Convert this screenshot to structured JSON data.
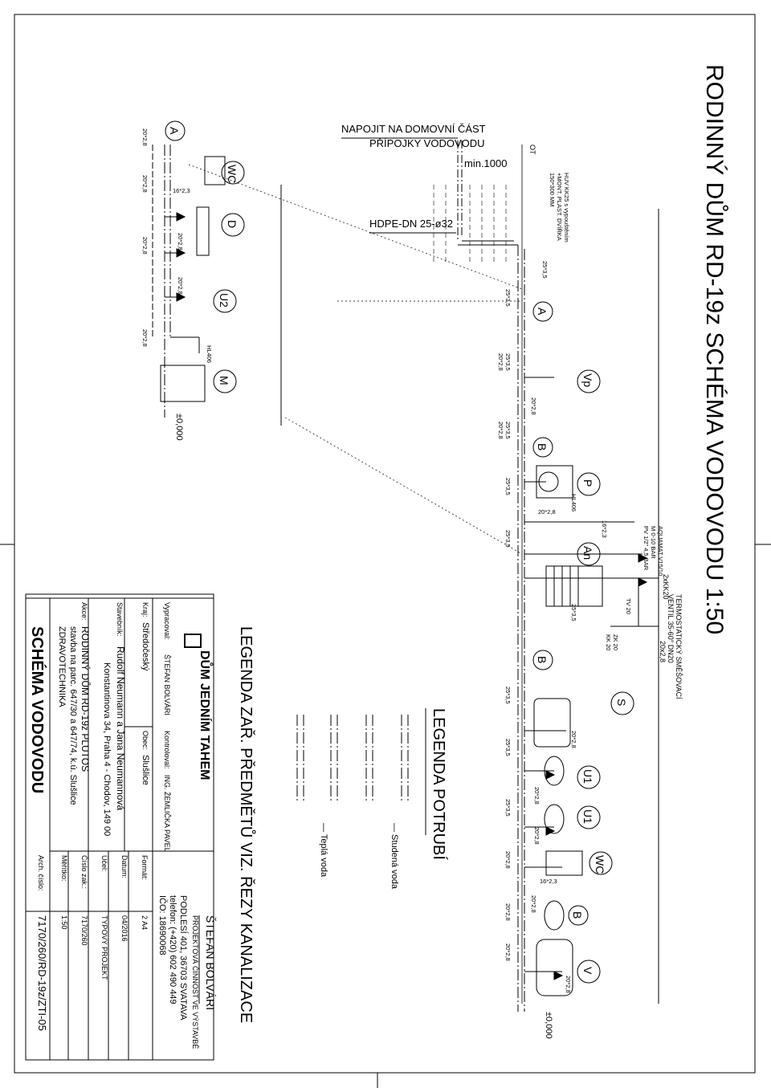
{
  "drawing": {
    "title": "RODINNÝ DŮM RD-19z SCHÉMA VODOVODU 1:50"
  },
  "notes": {
    "connect_line1": "NAPOJIT NA DOMOVNÍ ČÁST",
    "connect_line2": "PŘÍPOJKY VODOVODU",
    "min_depth": "min.1000",
    "pipe_hdpe": "HDPE-DN 25-ø32",
    "valve_note1": "HUV KK25 s vypouštěním",
    "valve_note2": "+MONT. PLAST. DVÍŘKA",
    "valve_note3": "150*300 MM",
    "ot": "OT",
    "level_left": "±0,000",
    "level_right": "±0,000",
    "aquamat_line1": "AQUAMAT V15/10",
    "aquamat_line2": "M 0-10 BAR",
    "aquamat_line3": "PV 1/2\" 4,5 BAR",
    "thermo_line1": "TERMOSTATICKÝ SMĚŠOVACÍ",
    "thermo_line2": "VENTIL 35-60° DN20",
    "kk20": "2xKK20",
    "p20x28": "20x2,8",
    "tk": "ZK 20",
    "kk20b": "KK 20",
    "tv20": "TV 20",
    "hl406": "HL406"
  },
  "fixtures": {
    "left": [
      "WC",
      "D",
      "U2",
      "M"
    ],
    "right": [
      "Vp",
      "P",
      "An",
      "S",
      "U1",
      "U1",
      "WC",
      "V"
    ],
    "risers": [
      "A",
      "A",
      "B",
      "B",
      "B"
    ]
  },
  "pipe_labels": {
    "p20": "20*2,8",
    "p25": "25*3,5",
    "p16": "16*2,3",
    "p20b": "20*2,8"
  },
  "legend": {
    "title": "LEGENDA POTRUBÍ",
    "cold": "— Studená voda",
    "hot": "— Teplá voda",
    "fixtures_note": "LEGENDA ZAŘ. PŘEDMĚTŮ VIZ. ŘEZY KANALIZACE"
  },
  "titleblock": {
    "company_logo": "DŮM JEDNÍM TAHEM",
    "designer_name": "ŠTEFAN BOLVÁRI",
    "designer_role": "PROJEKTOVÁ ČINNOST VE VÝSTAVBĚ",
    "designer_addr": "PODLESÍ 401, 36703 SVATAVA",
    "designer_phone": "telefon: (+420) 602 490 449",
    "designer_ico": "IČO: 18690068",
    "vypracoval_label": "Vypracoval:",
    "vypracoval": "ŠTEFAN BOLVÁRI",
    "kontroloval_label": "Kontroloval:",
    "kontroloval": "ING. ŽEMLIČKA PAVEL",
    "kraj_label": "Kraj:",
    "kraj": "Středočeský",
    "obec_label": "Obec:",
    "obec": "Slušlice",
    "stavebnik_label": "Stavebník:",
    "stavebnik1": "Rudolf Neumann a Jana Neumannová",
    "stavebnik2": "Konstantinova 34, Praha 4 - Chodov, 149 00",
    "akce_label": "Akce:",
    "akce1": "RODINNÝ DŮM RD-19z PLUTOS",
    "akce2": "stavba na parc. 647/30 a 647/74, k.ú. Slušlice",
    "akce3": "ZDRAVOTECHNIKA",
    "sheet_title": "SCHÉMA VODOVODU",
    "format_label": "Formát:",
    "format": "2 A4",
    "datum_label": "Datum:",
    "datum": "04/2016",
    "ucel_label": "Účel:",
    "ucel": "TYPOVÝ PROJEKT",
    "zak_label": "Číslo zak.:",
    "zak": "7170/260",
    "meritko_label": "Měřítko:",
    "meritko": "1:50",
    "arch_label": "Arch. číslo:",
    "arch": "7170/260/RD-19z/ZTI-05"
  }
}
